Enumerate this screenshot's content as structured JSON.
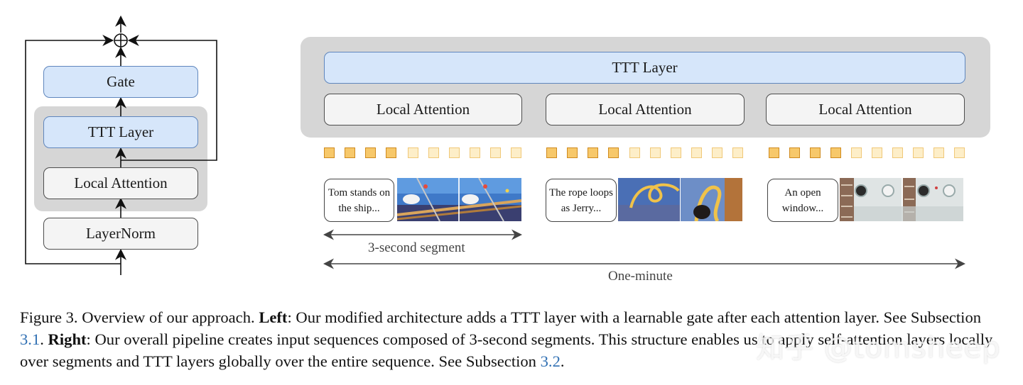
{
  "left": {
    "gate": "Gate",
    "ttt": "TTT Layer",
    "local_attention": "Local Attention",
    "layernorm": "LayerNorm"
  },
  "right": {
    "ttt": "TTT Layer",
    "local_attention": [
      "Local Attention",
      "Local Attention",
      "Local Attention"
    ],
    "segments": [
      {
        "text": "Tom stands on the ship..."
      },
      {
        "text": "The rope loops as Jerry..."
      },
      {
        "text": "An open window..."
      }
    ],
    "segment_label": "3-second segment",
    "total_label": "One-minute"
  },
  "caption": {
    "figure": "Figure 3. Overview of our approach.",
    "left_bold": "Left",
    "left_text": ": Our modified architecture adds a TTT layer with a learnable gate after each attention layer. See Subsection ",
    "ref1": "3.1",
    "sep": ". ",
    "right_bold": "Right",
    "right_text": ": Our overall pipeline creates input sequences composed of 3-second segments. This structure enables us to apply self-attention layers locally over segments and TTT layers globally over the entire sequence. See Subsection ",
    "ref2": "3.2",
    "end": "."
  },
  "watermark": "知乎 @tomsheep",
  "colors": {
    "blue_fill": "#d6e6fa",
    "blue_border": "#5f86bd",
    "panel_gray": "#d6d6d6",
    "token_dark": "#f7c86a",
    "token_light": "#fdeec8",
    "link": "#2f6fb3"
  }
}
